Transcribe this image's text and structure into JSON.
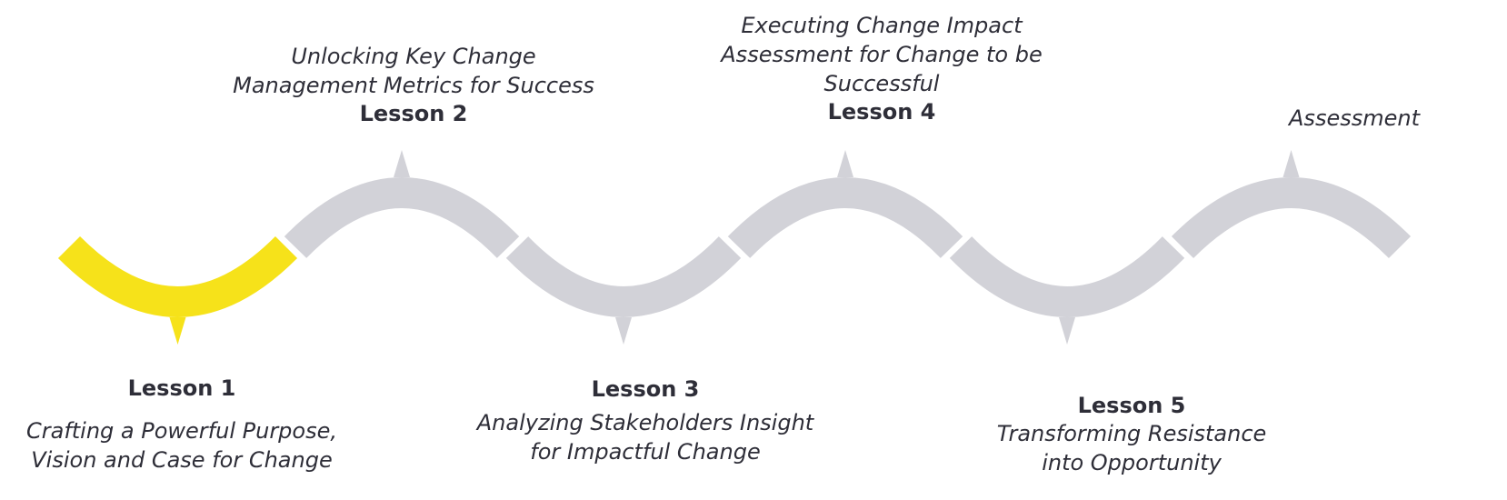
{
  "diagram": {
    "colors": {
      "active": "#f6e21a",
      "inactive": "#d2d2d8",
      "text": "#2e2e38"
    },
    "steps": [
      {
        "id": "lesson-1",
        "title": "Lesson 1",
        "description": [
          "Crafting a Powerful Purpose,",
          "Vision and Case for Change"
        ],
        "state": "active",
        "position": "below"
      },
      {
        "id": "lesson-2",
        "title": "Lesson 2",
        "description": [
          "Unlocking Key Change",
          "Management Metrics for Success"
        ],
        "state": "inactive",
        "position": "above"
      },
      {
        "id": "lesson-3",
        "title": "Lesson 3",
        "description": [
          "Analyzing Stakeholders Insight",
          "for Impactful Change"
        ],
        "state": "inactive",
        "position": "below"
      },
      {
        "id": "lesson-4",
        "title": "Lesson 4",
        "description": [
          "Executing Change Impact",
          "Assessment for Change to be",
          "Successful"
        ],
        "state": "inactive",
        "position": "above"
      },
      {
        "id": "lesson-5",
        "title": "Lesson 5",
        "description": [
          "Transforming Resistance",
          "into Opportunity"
        ],
        "state": "inactive",
        "position": "below"
      },
      {
        "id": "assessment",
        "title": "",
        "description": [
          "Assessment"
        ],
        "state": "inactive",
        "position": "above"
      }
    ]
  }
}
